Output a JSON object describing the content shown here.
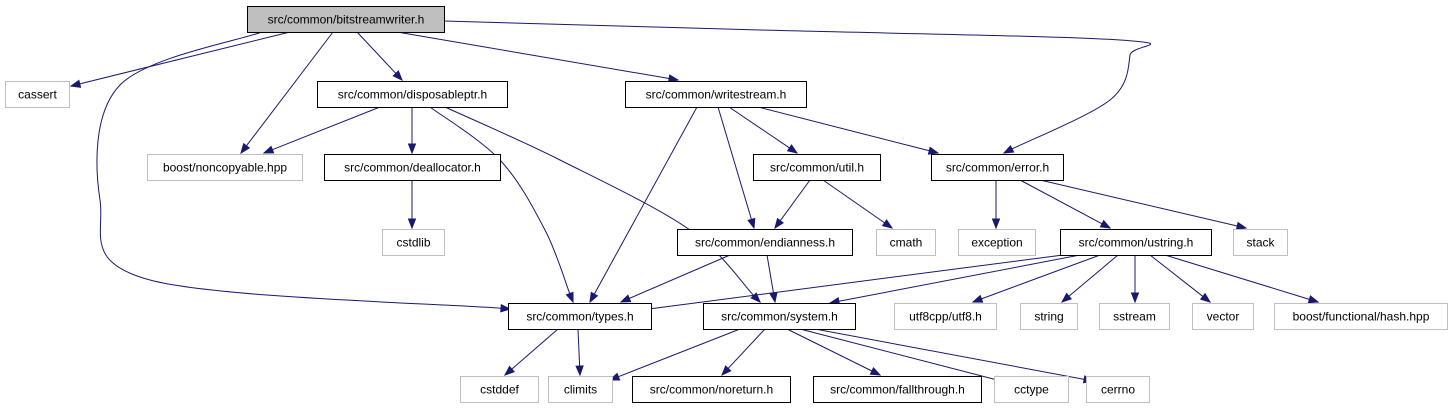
{
  "graph": {
    "title": "src/common/bitstreamwriter.h",
    "colors": {
      "edge": "#191970",
      "root_fill": "#bfbfbf",
      "project_border": "#000000",
      "system_border": "#bfbfbf",
      "text": "#000000"
    },
    "nodes": [
      {
        "id": "bitstreamwriter",
        "label": "src/common/bitstreamwriter.h",
        "kind": "root"
      },
      {
        "id": "cassert",
        "label": "cassert",
        "kind": "system"
      },
      {
        "id": "noncopyable",
        "label": "boost/noncopyable.hpp",
        "kind": "system"
      },
      {
        "id": "disposableptr",
        "label": "src/common/disposableptr.h",
        "kind": "project"
      },
      {
        "id": "writestream",
        "label": "src/common/writestream.h",
        "kind": "project"
      },
      {
        "id": "deallocator",
        "label": "src/common/deallocator.h",
        "kind": "project"
      },
      {
        "id": "util",
        "label": "src/common/util.h",
        "kind": "project"
      },
      {
        "id": "error",
        "label": "src/common/error.h",
        "kind": "project"
      },
      {
        "id": "cstdlib",
        "label": "cstdlib",
        "kind": "system"
      },
      {
        "id": "endianness",
        "label": "src/common/endianness.h",
        "kind": "project"
      },
      {
        "id": "cmath",
        "label": "cmath",
        "kind": "system"
      },
      {
        "id": "exception",
        "label": "exception",
        "kind": "system"
      },
      {
        "id": "ustring",
        "label": "src/common/ustring.h",
        "kind": "project"
      },
      {
        "id": "stack",
        "label": "stack",
        "kind": "system"
      },
      {
        "id": "types",
        "label": "src/common/types.h",
        "kind": "project"
      },
      {
        "id": "system",
        "label": "src/common/system.h",
        "kind": "project"
      },
      {
        "id": "utf8",
        "label": "utf8cpp/utf8.h",
        "kind": "system"
      },
      {
        "id": "string",
        "label": "string",
        "kind": "system"
      },
      {
        "id": "sstream",
        "label": "sstream",
        "kind": "system"
      },
      {
        "id": "vector",
        "label": "vector",
        "kind": "system"
      },
      {
        "id": "hash",
        "label": "boost/functional/hash.hpp",
        "kind": "system"
      },
      {
        "id": "cstddef",
        "label": "cstddef",
        "kind": "system"
      },
      {
        "id": "climits",
        "label": "climits",
        "kind": "system"
      },
      {
        "id": "noreturn",
        "label": "src/common/noreturn.h",
        "kind": "project"
      },
      {
        "id": "fallthrough",
        "label": "src/common/fallthrough.h",
        "kind": "project"
      },
      {
        "id": "cctype",
        "label": "cctype",
        "kind": "system"
      },
      {
        "id": "cerrno",
        "label": "cerrno",
        "kind": "system"
      }
    ],
    "edges": [
      {
        "from": "bitstreamwriter",
        "to": "cassert"
      },
      {
        "from": "bitstreamwriter",
        "to": "noncopyable"
      },
      {
        "from": "bitstreamwriter",
        "to": "disposableptr"
      },
      {
        "from": "bitstreamwriter",
        "to": "writestream"
      },
      {
        "from": "bitstreamwriter",
        "to": "error"
      },
      {
        "from": "bitstreamwriter",
        "to": "types"
      },
      {
        "from": "disposableptr",
        "to": "noncopyable"
      },
      {
        "from": "disposableptr",
        "to": "deallocator"
      },
      {
        "from": "disposableptr",
        "to": "types"
      },
      {
        "from": "disposableptr",
        "to": "system"
      },
      {
        "from": "deallocator",
        "to": "cstdlib"
      },
      {
        "from": "writestream",
        "to": "util"
      },
      {
        "from": "writestream",
        "to": "error"
      },
      {
        "from": "writestream",
        "to": "endianness"
      },
      {
        "from": "writestream",
        "to": "types"
      },
      {
        "from": "util",
        "to": "endianness"
      },
      {
        "from": "util",
        "to": "cmath"
      },
      {
        "from": "error",
        "to": "exception"
      },
      {
        "from": "error",
        "to": "ustring"
      },
      {
        "from": "error",
        "to": "stack"
      },
      {
        "from": "endianness",
        "to": "types"
      },
      {
        "from": "endianness",
        "to": "system"
      },
      {
        "from": "ustring",
        "to": "types"
      },
      {
        "from": "ustring",
        "to": "system"
      },
      {
        "from": "ustring",
        "to": "utf8"
      },
      {
        "from": "ustring",
        "to": "string"
      },
      {
        "from": "ustring",
        "to": "sstream"
      },
      {
        "from": "ustring",
        "to": "vector"
      },
      {
        "from": "ustring",
        "to": "hash"
      },
      {
        "from": "types",
        "to": "cstddef"
      },
      {
        "from": "types",
        "to": "climits"
      },
      {
        "from": "system",
        "to": "climits"
      },
      {
        "from": "system",
        "to": "noreturn"
      },
      {
        "from": "system",
        "to": "fallthrough"
      },
      {
        "from": "system",
        "to": "cctype"
      },
      {
        "from": "system",
        "to": "cerrno"
      }
    ]
  }
}
